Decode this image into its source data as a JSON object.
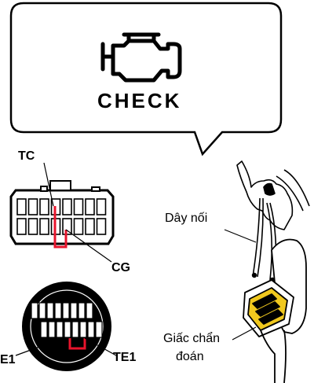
{
  "bubble": {
    "icon": "check-engine-icon",
    "text": "CHECK"
  },
  "labels": {
    "tc": "TC",
    "cg": "CG",
    "e1": "E1",
    "te1": "TE1",
    "day_noi": "Dây nối",
    "giac_chan_doan_line1": "Giấc chẩn",
    "giac_chan_doan_line2": "đoán"
  },
  "colors": {
    "jumper": "#e8142c",
    "connector_yellow": "#f0c81e",
    "outline": "#000000"
  }
}
